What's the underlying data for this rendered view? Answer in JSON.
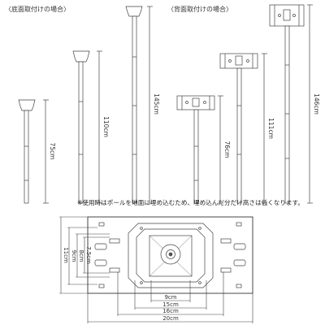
{
  "sections": {
    "bottom_mount": "〈底面取付けの場合〉",
    "back_mount": "〈背面取付けの場合〉"
  },
  "bottom_poles": [
    {
      "height": "75cm"
    },
    {
      "height": "110cm"
    },
    {
      "height": "145cm"
    }
  ],
  "back_poles": [
    {
      "height": "76cm"
    },
    {
      "height": "111cm"
    },
    {
      "height": "146cm"
    }
  ],
  "note": "※使用時はポールを地面に埋め込むため、埋め込んだ分だけ高さは低くなります。",
  "plate_dims": {
    "width_labels": [
      "9cm",
      "15cm",
      "16cm",
      "20cm"
    ],
    "height_labels": [
      "7.5cm",
      "8cm",
      "9cm",
      "11cm"
    ]
  }
}
